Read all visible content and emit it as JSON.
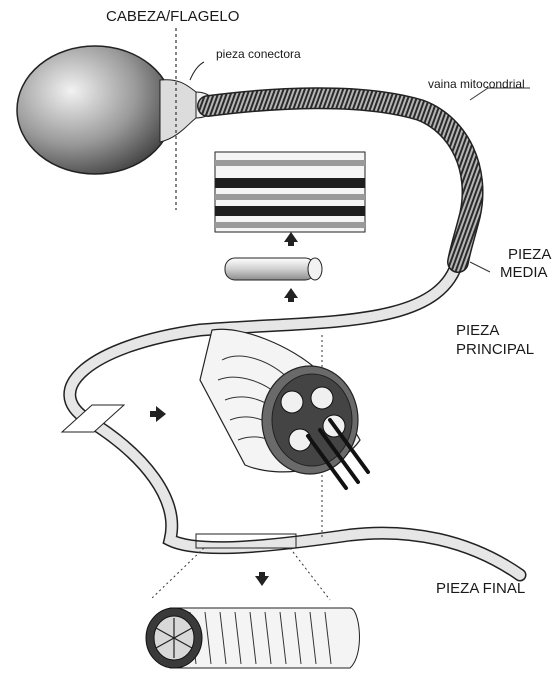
{
  "labels": {
    "head_flagellum": "CABEZA/FLAGELO",
    "connecting_piece": "pieza conectora",
    "mitochondrial_sheath": "vaina mitocondrial",
    "middle_piece_1": "PIEZA",
    "middle_piece_2": "MEDIA",
    "principal_piece_1": "PIEZA",
    "principal_piece_2": "PRINCIPAL",
    "end_piece": "PIEZA FINAL"
  },
  "colors": {
    "ink": "#1a1a1a",
    "head_light": "#f2f2f2",
    "head_dark": "#3a3a3a",
    "tail_fill": "#e6e6e6",
    "sheath_fill": "#8a8a8a"
  }
}
